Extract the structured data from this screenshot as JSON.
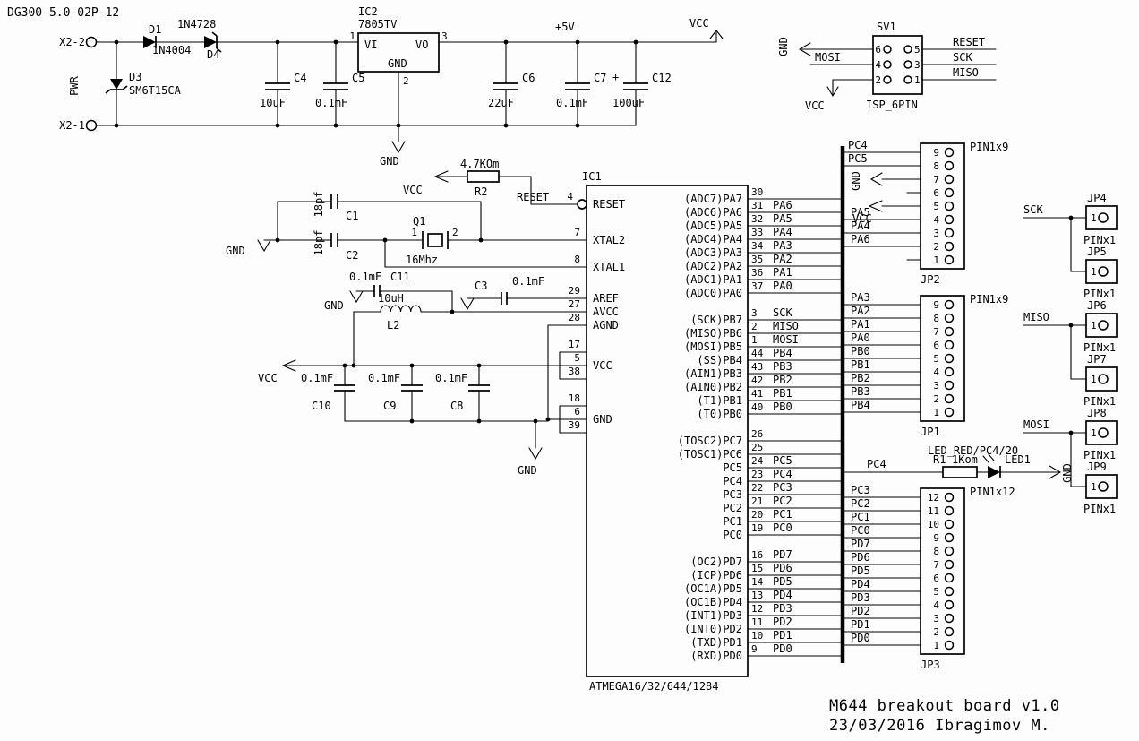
{
  "meta": {
    "title": "DG300-5.0-02P-12",
    "footer_line1": "M644 breakout board v1.0",
    "footer_line2": "23/03/2016 Ibragimov M."
  },
  "power": {
    "x2_2": "X2-2",
    "x2_1": "X2-1",
    "pwr": "PWR",
    "d1_ref": "D1",
    "d1_val": "1N4004",
    "d4_ref": "D4",
    "d4_val": "1N4728",
    "d3_ref": "D3",
    "d3_val": "SM6T15CA",
    "ic2_ref": "IC2",
    "ic2_val": "7805TV",
    "ic2_vi": "VI",
    "ic2_vo": "VO",
    "ic2_gnd": "GND",
    "ic2_n1": "1",
    "ic2_n2": "2",
    "ic2_n3": "3",
    "c4_ref": "C4",
    "c4_val": "10uF",
    "c5_ref": "C5",
    "c5_val": "0.1mF",
    "c6_ref": "C6",
    "c6_val": "22uF",
    "c7_ref": "C7",
    "c7_val": "0.1mF",
    "c12_ref": "C12",
    "c12_val": "100uF",
    "c12_plus": "+",
    "net_5v": "+5V",
    "net_vcc": "VCC",
    "net_gnd": "GND"
  },
  "isp": {
    "ref": "SV1",
    "name": "ISP_6PIN",
    "n6": "6",
    "n5": "5",
    "n4": "4",
    "n3": "3",
    "n2": "2",
    "n1": "1",
    "gnd": "GND",
    "mosi": "MOSI",
    "vcc": "VCC",
    "reset": "RESET",
    "sck": "SCK",
    "miso": "MISO"
  },
  "reset_net": {
    "r2_ref": "R2",
    "r2_val": "4.7KOm",
    "vcc": "VCC",
    "label": "RESET"
  },
  "xtal": {
    "q1_ref": "Q1",
    "q1_val": "16Mhz",
    "n1": "1",
    "n2": "2",
    "c1_ref": "C1",
    "c1_val": "18pf",
    "c2_ref": "C2",
    "c2_val": "18pf",
    "gnd": "GND"
  },
  "analog": {
    "c11_ref": "C11",
    "c11_val": "0.1mF",
    "c3_ref": "C3",
    "c3_val": "0.1mF",
    "l2_ref": "L2",
    "l2_val": "10uH",
    "gnd": "GND"
  },
  "decoupling": {
    "vcc": "VCC",
    "gnd": "GND",
    "c10_ref": "C10",
    "c10_val": "0.1mF",
    "c9_ref": "C9",
    "c9_val": "0.1mF",
    "c8_ref": "C8",
    "c8_val": "0.1mF"
  },
  "mcu": {
    "ref": "IC1",
    "part": "ATMEGA16/32/644/1284",
    "left": {
      "reset": {
        "name": "RESET",
        "num": "4"
      },
      "xtal2": {
        "name": "XTAL2",
        "num": "7"
      },
      "xtal1": {
        "name": "XTAL1",
        "num": "8"
      },
      "aref": {
        "name": "AREF",
        "num": "29"
      },
      "avcc": {
        "name": "AVCC",
        "num": "27"
      },
      "agnd": {
        "name": "AGND",
        "num": "28"
      },
      "vcc": {
        "name": "VCC",
        "nums": [
          "17",
          "5",
          "38"
        ]
      },
      "gnd": {
        "name": "GND",
        "nums": [
          "18",
          "6",
          "39"
        ]
      }
    },
    "right_pins": [
      {
        "name": "(ADC7)PA7",
        "num": "30",
        "net": ""
      },
      {
        "name": "(ADC6)PA6",
        "num": "31",
        "net": "PA6"
      },
      {
        "name": "(ADC5)PA5",
        "num": "32",
        "net": "PA5"
      },
      {
        "name": "(ADC4)PA4",
        "num": "33",
        "net": "PA4"
      },
      {
        "name": "(ADC3)PA3",
        "num": "34",
        "net": "PA3"
      },
      {
        "name": "(ADC2)PA2",
        "num": "35",
        "net": "PA2"
      },
      {
        "name": "(ADC1)PA1",
        "num": "36",
        "net": "PA1"
      },
      {
        "name": "(ADC0)PA0",
        "num": "37",
        "net": "PA0"
      },
      {
        "name": "(SCK)PB7",
        "num": "3",
        "net": "SCK"
      },
      {
        "name": "(MISO)PB6",
        "num": "2",
        "net": "MISO"
      },
      {
        "name": "(MOSI)PB5",
        "num": "1",
        "net": "MOSI"
      },
      {
        "name": "(SS)PB4",
        "num": "44",
        "net": "PB4"
      },
      {
        "name": "(AIN1)PB3",
        "num": "43",
        "net": "PB3"
      },
      {
        "name": "(AIN0)PB2",
        "num": "42",
        "net": "PB2"
      },
      {
        "name": "(T1)PB1",
        "num": "41",
        "net": "PB1"
      },
      {
        "name": "(T0)PB0",
        "num": "40",
        "net": "PB0"
      },
      {
        "name": "(TOSC2)PC7",
        "num": "26",
        "net": ""
      },
      {
        "name": "(TOSC1)PC6",
        "num": "25",
        "net": ""
      },
      {
        "name": "PC5",
        "num": "24",
        "net": "PC5"
      },
      {
        "name": "PC4",
        "num": "23",
        "net": "PC4"
      },
      {
        "name": "PC3",
        "num": "22",
        "net": "PC3"
      },
      {
        "name": "PC2",
        "num": "21",
        "net": "PC2"
      },
      {
        "name": "PC1",
        "num": "20",
        "net": "PC1"
      },
      {
        "name": "PC0",
        "num": "19",
        "net": "PC0"
      },
      {
        "name": "(OC2)PD7",
        "num": "16",
        "net": "PD7"
      },
      {
        "name": "(ICP)PD6",
        "num": "15",
        "net": "PD6"
      },
      {
        "name": "(OC1A)PD5",
        "num": "14",
        "net": "PD5"
      },
      {
        "name": "(OC1B)PD4",
        "num": "13",
        "net": "PD4"
      },
      {
        "name": "(INT1)PD3",
        "num": "12",
        "net": "PD3"
      },
      {
        "name": "(INT0)PD2",
        "num": "11",
        "net": "PD2"
      },
      {
        "name": "(TXD)PD1",
        "num": "10",
        "net": "PD1"
      },
      {
        "name": "(RXD)PD0",
        "num": "9",
        "net": "PD0"
      }
    ]
  },
  "jp2": {
    "ref": "JP2",
    "type": "PIN1x9",
    "pins": [
      "9",
      "8",
      "7",
      "6",
      "5",
      "4",
      "3",
      "2",
      "1"
    ],
    "net_pc4": "PC4",
    "net_pc5": "PC5",
    "net_gnd": "GND",
    "net_vcc": "VCC",
    "net_pa5": "PA5",
    "net_pa4": "PA4",
    "net_pa6": "PA6"
  },
  "jp1": {
    "ref": "JP1",
    "type": "PIN1x9",
    "pins": [
      "9",
      "8",
      "7",
      "6",
      "5",
      "4",
      "3",
      "2",
      "1"
    ],
    "nets": [
      "PA3",
      "PA2",
      "PA1",
      "PA0",
      "PB0",
      "PB1",
      "PB2",
      "PB3",
      "PB4"
    ]
  },
  "jp3": {
    "ref": "JP3",
    "type": "PIN1x12",
    "pins": [
      "12",
      "11",
      "10",
      "9",
      "8",
      "7",
      "6",
      "5",
      "4",
      "3",
      "2",
      "1"
    ],
    "nets": [
      "PC3",
      "PC2",
      "PC1",
      "PC0",
      "PD7",
      "PD6",
      "PD5",
      "PD4",
      "PD3",
      "PD2",
      "PD1",
      "PD0"
    ]
  },
  "led": {
    "label": "LED_RED/PC4/20",
    "r1_ref": "R1",
    "r1_val": "1Kom",
    "led_ref": "LED1",
    "net": "PC4",
    "gnd": "GND"
  },
  "headers1x1": {
    "type": "PINx1",
    "pin": "1",
    "jp4": "JP4",
    "jp5": "JP5",
    "jp6": "JP6",
    "jp7": "JP7",
    "jp8": "JP8",
    "jp9": "JP9",
    "sck": "SCK",
    "miso": "MISO",
    "mosi": "MOSI"
  }
}
